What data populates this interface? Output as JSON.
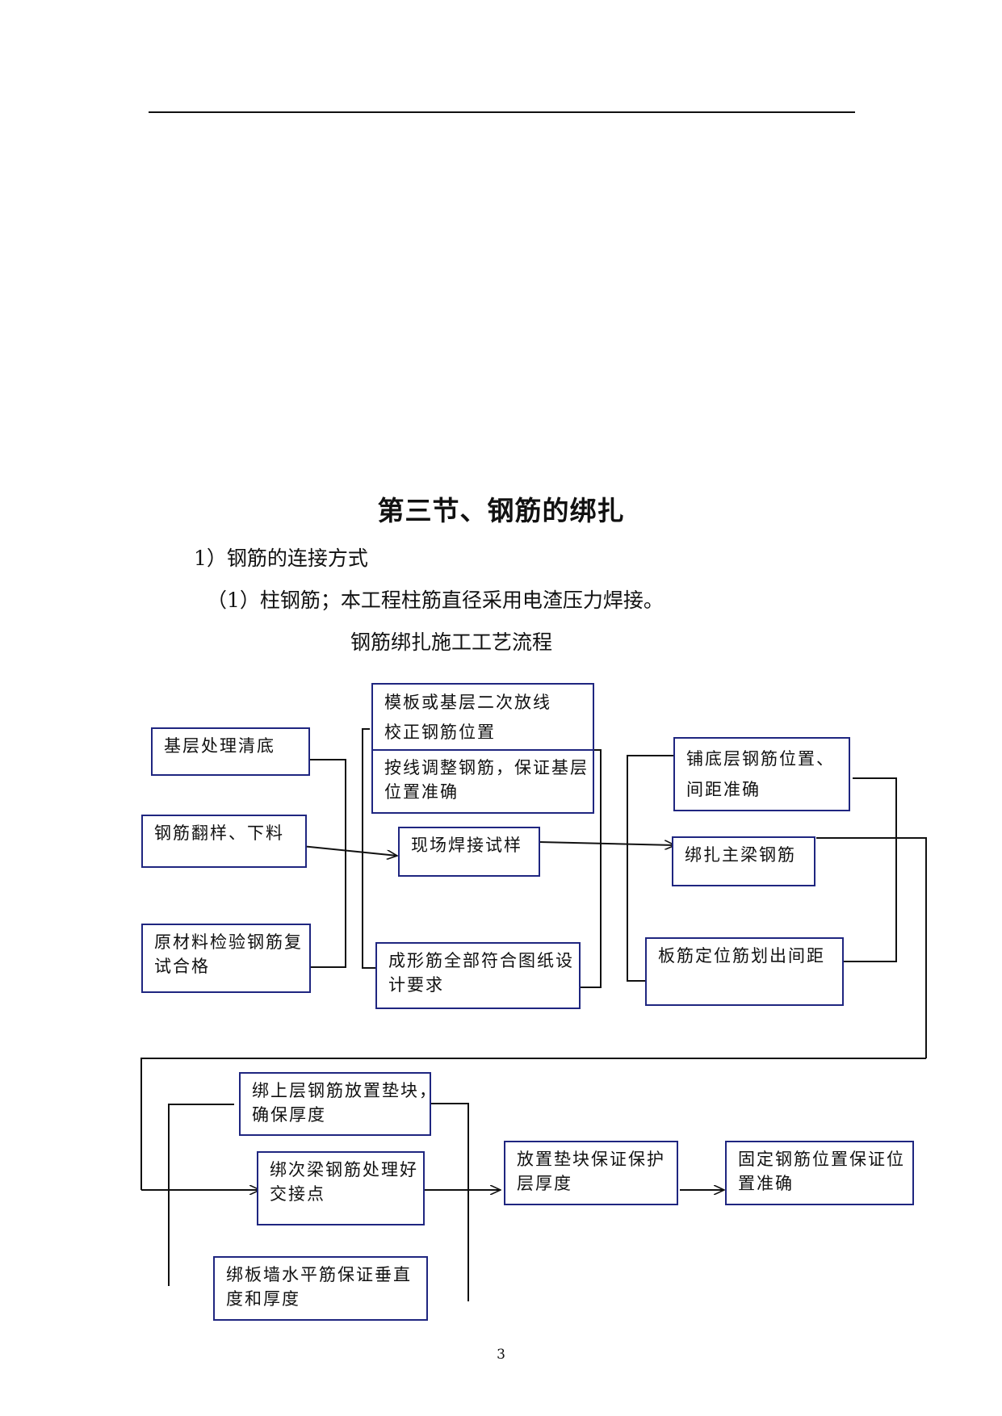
{
  "section_title": "第三节、钢筋的绑扎",
  "paragraphs": {
    "p1": "1）钢筋的连接方式",
    "p2": "（1）柱钢筋；本工程柱筋直径采用电渣压力焊接。",
    "flow_title": "钢筋绑扎施工工艺流程"
  },
  "flowchart": {
    "jiceng": [
      "基层处理清底"
    ],
    "fanyang": [
      "钢筋翻样、下料"
    ],
    "yuancailiao": [
      "原材料检验钢筋复",
      "试合格"
    ],
    "moban": [
      "模板或基层二次放线",
      "校正钢筋位置"
    ],
    "anxian": [
      "按线调整钢筋，保证基层",
      "位置准确"
    ],
    "hanjie": [
      "现场焊接试样"
    ],
    "chengxing": [
      "成形筋全部符合图纸设",
      "计要求"
    ],
    "pudi": [
      "铺底层钢筋位置、",
      "间距准确"
    ],
    "zhuliang": [
      "绑扎主梁钢筋"
    ],
    "banjin": [
      "板筋定位筋划出间距"
    ],
    "shangceng": [
      "绑上层钢筋放置垫块，",
      "确保厚度"
    ],
    "ciliang": [
      "绑次梁钢筋处理好",
      "交接点"
    ],
    "banqiang": [
      "绑板墙水平筋保证垂直",
      "度和厚度"
    ],
    "dianku": [
      "放置垫块保证保护",
      "层厚度"
    ],
    "guding": [
      "固定钢筋位置保证位",
      "置准确"
    ]
  },
  "page_number": "3"
}
